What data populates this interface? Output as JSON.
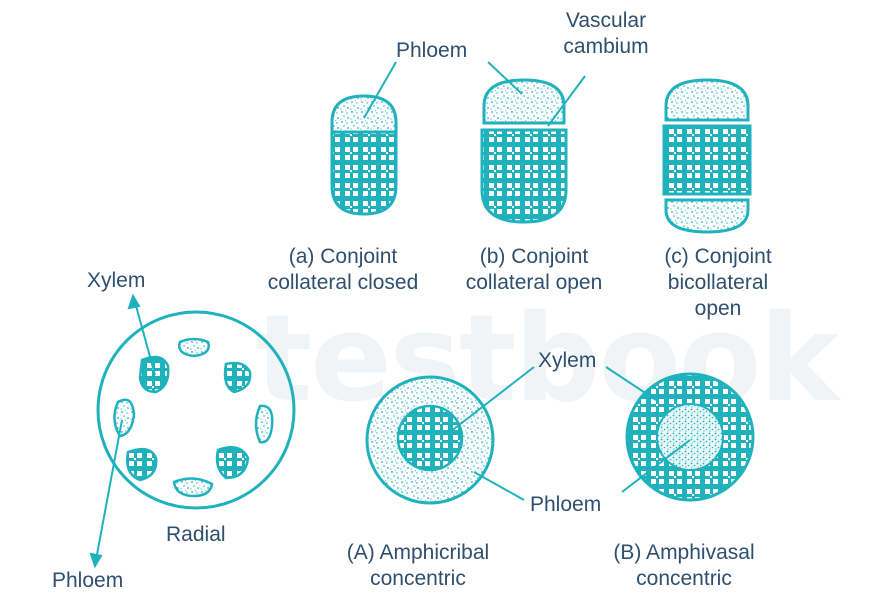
{
  "colors": {
    "teal": "#1fb2bd",
    "label": "#2f4f6f",
    "watermark": "#f1f4f7"
  },
  "watermark": "testbook",
  "labels": {
    "phloem_top": "Phloem",
    "vascular_cambium": [
      "Vascular",
      "cambium"
    ],
    "a": [
      "(a) Conjoint",
      "collateral closed"
    ],
    "b": [
      "(b) Conjoint",
      "collateral open"
    ],
    "c": [
      "(c) Conjoint",
      "bicollateral",
      "open"
    ],
    "xylem_radial": "Xylem",
    "phloem_radial": "Phloem",
    "radial": "Radial",
    "xylem_conc": "Xylem",
    "phloem_conc": "Phloem",
    "A": [
      "(A) Amphicribal",
      "concentric"
    ],
    "B": [
      "(B) Amphivasal",
      "concentric"
    ]
  }
}
